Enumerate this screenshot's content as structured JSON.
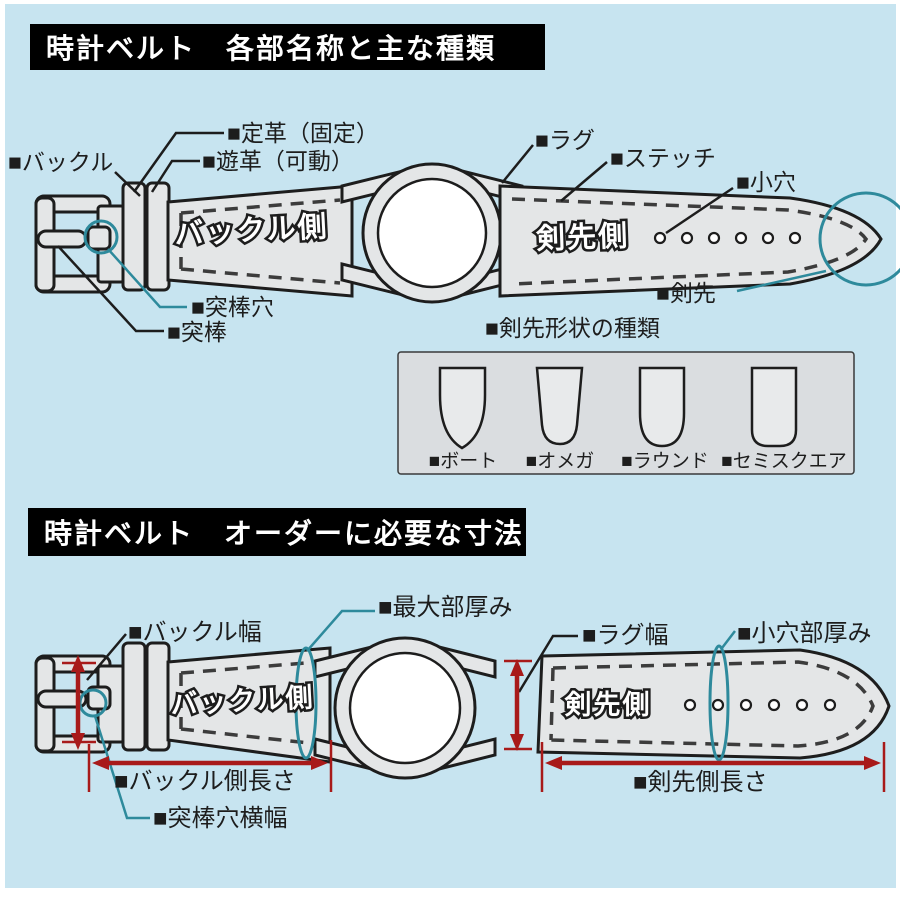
{
  "colors": {
    "background": "#c7e4f0",
    "title_bar": "#000000",
    "title_text": "#ffffff",
    "strap_gray": "#e4e6e7",
    "outline": "#1d1d1d",
    "stitch": "#3c3c3c",
    "teal_accent": "#2e8a9c",
    "red_dimension": "#a81a1a"
  },
  "section1": {
    "title": "時計ベルト　各部名称と主な種類",
    "labels": {
      "buckle": "■バックル",
      "fixed_keeper": "■定革（固定）",
      "movable_keeper": "■遊革（可動）",
      "lug": "■ラグ",
      "stitch": "■ステッチ",
      "small_holes": "■小穴",
      "buckle_side": "バックル側",
      "tip_side": "剣先側",
      "tongue_hole": "■突棒穴",
      "tongue": "■突棒",
      "tip": "■剣先"
    },
    "tip_shapes": {
      "heading": "■剣先形状の種類",
      "items": [
        {
          "label": "■ボート"
        },
        {
          "label": "■オメガ"
        },
        {
          "label": "■ラウンド"
        },
        {
          "label": "■セミスクエア"
        }
      ]
    }
  },
  "section2": {
    "title": "時計ベルト　オーダーに必要な寸法",
    "labels": {
      "buckle_width": "■バックル幅",
      "max_thickness": "■最大部厚み",
      "lug_width": "■ラグ幅",
      "hole_thickness": "■小穴部厚み",
      "buckle_side": "バックル側",
      "tip_side": "剣先側",
      "buckle_side_length": "■バックル側長さ",
      "tongue_hole_width": "■突棒穴横幅",
      "tip_side_length": "■剣先側長さ"
    }
  }
}
